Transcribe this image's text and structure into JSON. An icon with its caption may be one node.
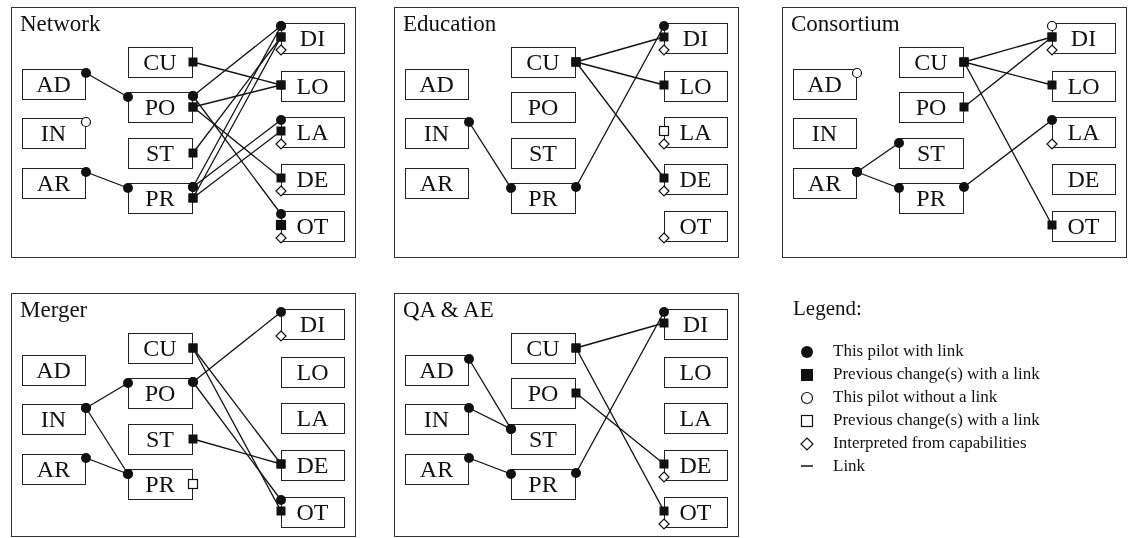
{
  "diagram": {
    "nodes": [
      {
        "text": [
          "Network"
        ]
      },
      {
        "text": [
          "AD"
        ],
        "in": 0
      },
      {
        "text": [
          "IN"
        ],
        "in": 0
      },
      {
        "text": [
          "AR"
        ],
        "in": 0
      },
      {
        "text": [
          "CU"
        ],
        "in": 0
      },
      {
        "text": [
          "PO"
        ],
        "in": 0
      },
      {
        "text": [
          "ST"
        ],
        "in": 0
      },
      {
        "text": [
          "PR"
        ],
        "in": 0
      },
      {
        "text": [
          "DI"
        ],
        "in": 0
      },
      {
        "text": [
          "LO"
        ],
        "in": 0
      },
      {
        "text": [
          "LA"
        ],
        "in": 0
      },
      {
        "text": [
          "DE"
        ],
        "in": 0
      },
      {
        "text": [
          "OT"
        ],
        "in": 0
      },
      {
        "text": [
          "Education"
        ]
      },
      {
        "text": [
          "AD"
        ],
        "in": 13
      },
      {
        "text": [
          "IN"
        ],
        "in": 13
      },
      {
        "text": [
          "AR"
        ],
        "in": 13
      },
      {
        "text": [
          "CU"
        ],
        "in": 13
      },
      {
        "text": [
          "PO"
        ],
        "in": 13
      },
      {
        "text": [
          "ST"
        ],
        "in": 13
      },
      {
        "text": [
          "PR"
        ],
        "in": 13
      },
      {
        "text": [
          "DI"
        ],
        "in": 13
      },
      {
        "text": [
          "LO"
        ],
        "in": 13
      },
      {
        "text": [
          "LA"
        ],
        "in": 13
      },
      {
        "text": [
          "DE"
        ],
        "in": 13
      },
      {
        "text": [
          "OT"
        ],
        "in": 13
      },
      {
        "text": [
          "Consortium"
        ]
      },
      {
        "text": [
          "AD"
        ],
        "in": 26
      },
      {
        "text": [
          "IN"
        ],
        "in": 26
      },
      {
        "text": [
          "AR"
        ],
        "in": 26
      },
      {
        "text": [
          "CU"
        ],
        "in": 26
      },
      {
        "text": [
          "PO"
        ],
        "in": 26
      },
      {
        "text": [
          "ST"
        ],
        "in": 26
      },
      {
        "text": [
          "PR"
        ],
        "in": 26
      },
      {
        "text": [
          "DI"
        ],
        "in": 26
      },
      {
        "text": [
          "LO"
        ],
        "in": 26
      },
      {
        "text": [
          "LA"
        ],
        "in": 26
      },
      {
        "text": [
          "DE"
        ],
        "in": 26
      },
      {
        "text": [
          "OT"
        ],
        "in": 26
      },
      {
        "text": [
          "Merger"
        ]
      },
      {
        "text": [
          "AD"
        ],
        "in": 39
      },
      {
        "text": [
          "IN"
        ],
        "in": 39
      },
      {
        "text": [
          "AR"
        ],
        "in": 39
      },
      {
        "text": [
          "CU"
        ],
        "in": 39
      },
      {
        "text": [
          "PO"
        ],
        "in": 39
      },
      {
        "text": [
          "ST"
        ],
        "in": 39
      },
      {
        "text": [
          "PR"
        ],
        "in": 39
      },
      {
        "text": [
          "DI"
        ],
        "in": 39
      },
      {
        "text": [
          "LO"
        ],
        "in": 39
      },
      {
        "text": [
          "LA"
        ],
        "in": 39
      },
      {
        "text": [
          "DE"
        ],
        "in": 39
      },
      {
        "text": [
          "OT"
        ],
        "in": 39
      },
      {
        "text": [
          "QA & AE"
        ]
      },
      {
        "text": [
          "AD"
        ],
        "in": 52
      },
      {
        "text": [
          "IN"
        ],
        "in": 52
      },
      {
        "text": [
          "AR"
        ],
        "in": 52
      },
      {
        "text": [
          "CU"
        ],
        "in": 52
      },
      {
        "text": [
          "PO"
        ],
        "in": 52
      },
      {
        "text": [
          "ST"
        ],
        "in": 52
      },
      {
        "text": [
          "PR"
        ],
        "in": 52
      },
      {
        "text": [
          "DI"
        ],
        "in": 52
      },
      {
        "text": [
          "LO"
        ],
        "in": 52
      },
      {
        "text": [
          "LA"
        ],
        "in": 52
      },
      {
        "text": [
          "DE"
        ],
        "in": 52
      },
      {
        "text": [
          "OT"
        ],
        "in": 52
      }
    ],
    "edges": [
      {
        "from": 1,
        "to": 5,
        "arrow": "other"
      },
      {
        "from": 3,
        "to": 7,
        "arrow": "other"
      },
      {
        "from": 4,
        "to": 9,
        "arrow": "other"
      },
      {
        "from": 5,
        "to": 8,
        "arrow": "other"
      },
      {
        "from": 5,
        "to": 9,
        "arrow": "other"
      },
      {
        "from": 5,
        "to": 11,
        "arrow": "other"
      },
      {
        "from": 5,
        "to": 12,
        "arrow": "other"
      },
      {
        "from": 6,
        "to": 8,
        "arrow": "other"
      },
      {
        "from": 7,
        "to": 8,
        "arrow": "other"
      },
      {
        "from": 7,
        "to": 8,
        "arrow": "other"
      },
      {
        "from": 7,
        "to": 10,
        "arrow": "other"
      },
      {
        "from": 7,
        "to": 10,
        "arrow": "other"
      },
      {
        "from": 15,
        "to": 20,
        "arrow": "other"
      },
      {
        "from": 17,
        "to": 21,
        "arrow": "other"
      },
      {
        "from": 17,
        "to": 22,
        "arrow": "other"
      },
      {
        "from": 17,
        "to": 24,
        "arrow": "other"
      },
      {
        "from": 20,
        "to": 21,
        "arrow": "other"
      },
      {
        "from": 29,
        "to": 32,
        "arrow": "other"
      },
      {
        "from": 29,
        "to": 33,
        "arrow": "other"
      },
      {
        "from": 30,
        "to": 34,
        "arrow": "other"
      },
      {
        "from": 30,
        "to": 35,
        "arrow": "other"
      },
      {
        "from": 30,
        "to": 38,
        "arrow": "other"
      },
      {
        "from": 31,
        "to": 34,
        "arrow": "other"
      },
      {
        "from": 33,
        "to": 36,
        "arrow": "other"
      },
      {
        "from": 41,
        "to": 44,
        "arrow": "other"
      },
      {
        "from": 41,
        "to": 46,
        "arrow": "other"
      },
      {
        "from": 42,
        "to": 46,
        "arrow": "other"
      },
      {
        "from": 44,
        "to": 47,
        "arrow": "other"
      },
      {
        "from": 43,
        "to": 50,
        "arrow": "other"
      },
      {
        "from": 43,
        "to": 51,
        "arrow": "other"
      },
      {
        "from": 44,
        "to": 51,
        "arrow": "other"
      },
      {
        "from": 45,
        "to": 50,
        "arrow": "other"
      },
      {
        "from": 53,
        "to": 58,
        "arrow": "other"
      },
      {
        "from": 54,
        "to": 58,
        "arrow": "other"
      },
      {
        "from": 55,
        "to": 59,
        "arrow": "other"
      },
      {
        "from": 56,
        "to": 60,
        "arrow": "other"
      },
      {
        "from": 56,
        "to": 64,
        "arrow": "other"
      },
      {
        "from": 57,
        "to": 63,
        "arrow": "other"
      },
      {
        "from": 59,
        "to": 60,
        "arrow": "other"
      }
    ],
    "labels": [
      "Legend:"
    ],
    "legend": [
      {
        "text": "This pilot with link"
      },
      {
        "text": "Previous change(s) with a link"
      },
      {
        "text": "This pilot without a link"
      },
      {
        "text": "Previous change(s) with a link"
      },
      {
        "text": "Interpreted from capabilities"
      },
      {
        "text": "Link"
      }
    ]
  }
}
